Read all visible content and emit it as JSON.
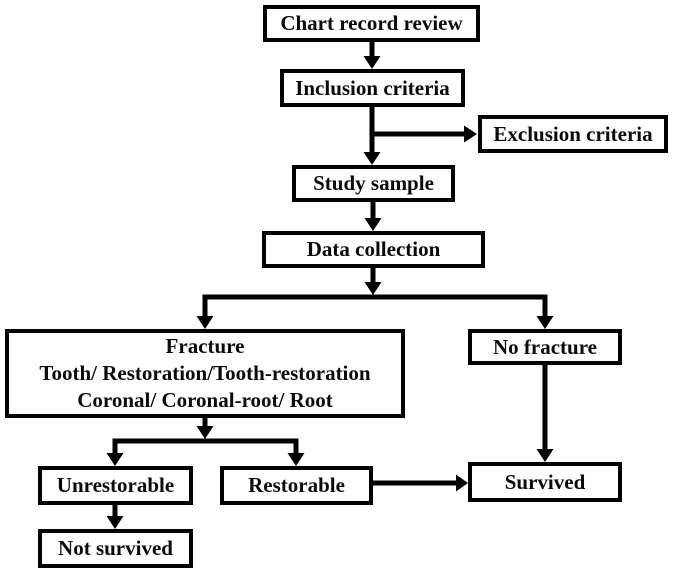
{
  "figure": {
    "type": "flowchart",
    "colors": {
      "background": "#ffffff",
      "line": "#000000",
      "box_border": "#000000",
      "box_fill": "#ffffff"
    },
    "nodes": {
      "chart_record_review": {
        "label": "Chart record review"
      },
      "inclusion_criteria": {
        "label": "Inclusion criteria"
      },
      "exclusion_criteria": {
        "label": "Exclusion criteria"
      },
      "study_sample": {
        "label": "Study sample"
      },
      "data_collection": {
        "label": "Data collection"
      },
      "fracture": {
        "lines": [
          "Fracture",
          "Tooth/ Restoration/Tooth-restoration",
          "Coronal/ Coronal-root/ Root"
        ]
      },
      "no_fracture": {
        "label": "No fracture"
      },
      "unrestorable": {
        "label": "Unrestorable"
      },
      "restorable": {
        "label": "Restorable"
      },
      "survived": {
        "label": "Survived"
      },
      "not_survived": {
        "label": "Not survived"
      }
    },
    "edges": [
      {
        "from": "Chart record review",
        "to": "Inclusion criteria"
      },
      {
        "from": "Inclusion criteria",
        "to": "Exclusion criteria"
      },
      {
        "from": "Inclusion criteria",
        "to": "Study sample"
      },
      {
        "from": "Study sample",
        "to": "Data collection"
      },
      {
        "from": "Data collection",
        "to": "Fracture"
      },
      {
        "from": "Data collection",
        "to": "No fracture"
      },
      {
        "from": "Fracture",
        "to": "Unrestorable"
      },
      {
        "from": "Fracture",
        "to": "Restorable"
      },
      {
        "from": "No fracture",
        "to": "Survived"
      },
      {
        "from": "Restorable",
        "to": "Survived"
      },
      {
        "from": "Unrestorable",
        "to": "Not survived"
      }
    ]
  }
}
